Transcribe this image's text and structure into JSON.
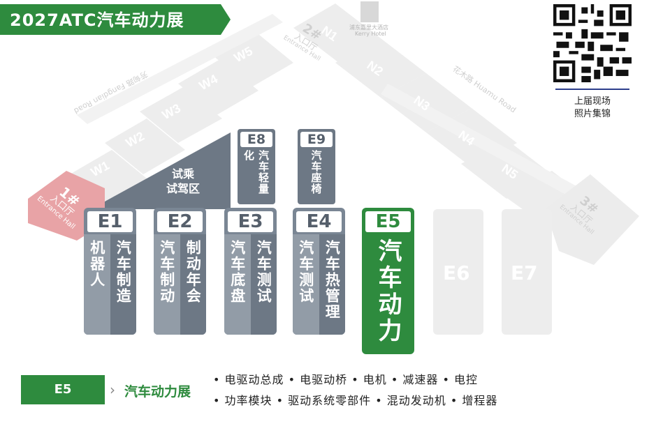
{
  "title": "2027ATC汽车动力展",
  "qr_caption": [
    "上届现场",
    "照片集锦"
  ],
  "hotel": {
    "cn": "浦东嘉里大酒店",
    "en": "Kerry Hotel"
  },
  "entrances": [
    {
      "num": "1#",
      "cn": "入口厅",
      "en": "Entrance Hall"
    },
    {
      "num": "2#",
      "cn": "入口厅",
      "en": "Entrance Hall"
    },
    {
      "num": "3#",
      "cn": "入口厅",
      "en": "Entrance Hall"
    }
  ],
  "roads": {
    "left": "芳甸路 Fangdian Road",
    "right": "花木路 Huamu Road"
  },
  "west_halls": [
    "W1",
    "W2",
    "W3",
    "W4",
    "W5"
  ],
  "north_halls": [
    "N1",
    "N2",
    "N3",
    "N4",
    "N5"
  ],
  "test_drive": [
    "试乘",
    "试驾区"
  ],
  "small_halls": [
    {
      "id": "E8",
      "text": "汽车轻量化"
    },
    {
      "id": "E9",
      "text": "汽车座椅"
    }
  ],
  "halls": [
    {
      "id": "E1",
      "left": "机器人",
      "right": "汽车制造"
    },
    {
      "id": "E2",
      "left": "汽车制动",
      "right": "制动年会"
    },
    {
      "id": "E3",
      "left": "汽车底盘",
      "right": "汽车测试"
    },
    {
      "id": "E4",
      "left": "汽车测试",
      "right": "汽车热管理"
    }
  ],
  "highlight_hall": {
    "id": "E5",
    "text": "汽车动力"
  },
  "ghost_halls": [
    "E6",
    "E7"
  ],
  "legend": {
    "badge": "E5",
    "label": "汽车动力展",
    "line1": "• 电驱动总成 • 电驱动桥 • 电机 • 减速器 • 电控",
    "line2": "• 功率模块 • 驱动系统零部件 • 混动发动机 • 增程器"
  },
  "colors": {
    "green": "#2e8b3e",
    "gray_dark": "#6d7885",
    "gray_light": "#929ca7",
    "pink": "#e8a3a6",
    "ghost": "#ececec"
  }
}
